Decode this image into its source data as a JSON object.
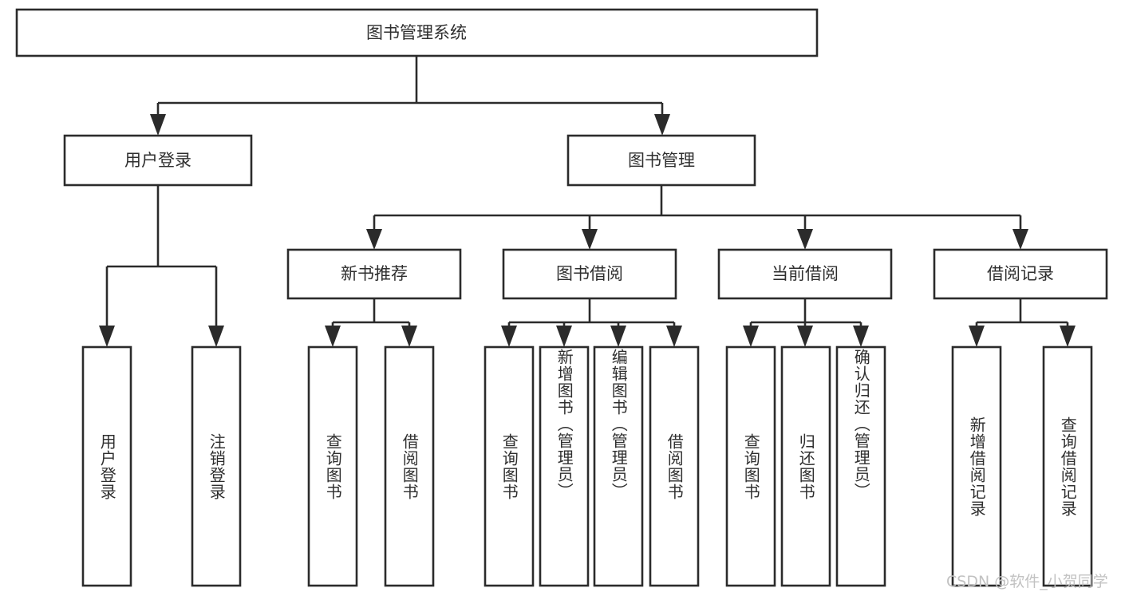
{
  "diagram": {
    "title_node": {
      "label": "图书管理系统"
    },
    "level2": [
      {
        "label": "用户登录"
      },
      {
        "label": "图书管理"
      }
    ],
    "level3": [
      {
        "label": "新书推荐"
      },
      {
        "label": "图书借阅"
      },
      {
        "label": "当前借阅"
      },
      {
        "label": "借阅记录"
      }
    ],
    "leaves": {
      "user_login": [
        {
          "label": "用户登录"
        },
        {
          "label": "注销登录"
        }
      ],
      "new_book_recommend": [
        {
          "label": "查询图书"
        },
        {
          "label": "借阅图书"
        }
      ],
      "book_borrow": [
        {
          "label": "查询图书"
        },
        {
          "label": "新增图书（管理员）"
        },
        {
          "label": "编辑图书（管理员）"
        },
        {
          "label": "借阅图书"
        }
      ],
      "current_borrow": [
        {
          "label": "查询图书"
        },
        {
          "label": "归还图书"
        },
        {
          "label": "确认归还（管理员）"
        }
      ],
      "borrow_record": [
        {
          "label": "新增借阅记录"
        },
        {
          "label": "查询借阅记录"
        }
      ]
    }
  },
  "watermark": {
    "text": "CSDN @软件_小贺同学"
  },
  "colors": {
    "stroke": "#2b2b2b",
    "text": "#2f2f2f",
    "background": "#ffffff",
    "watermark": "#c2c2c2"
  }
}
